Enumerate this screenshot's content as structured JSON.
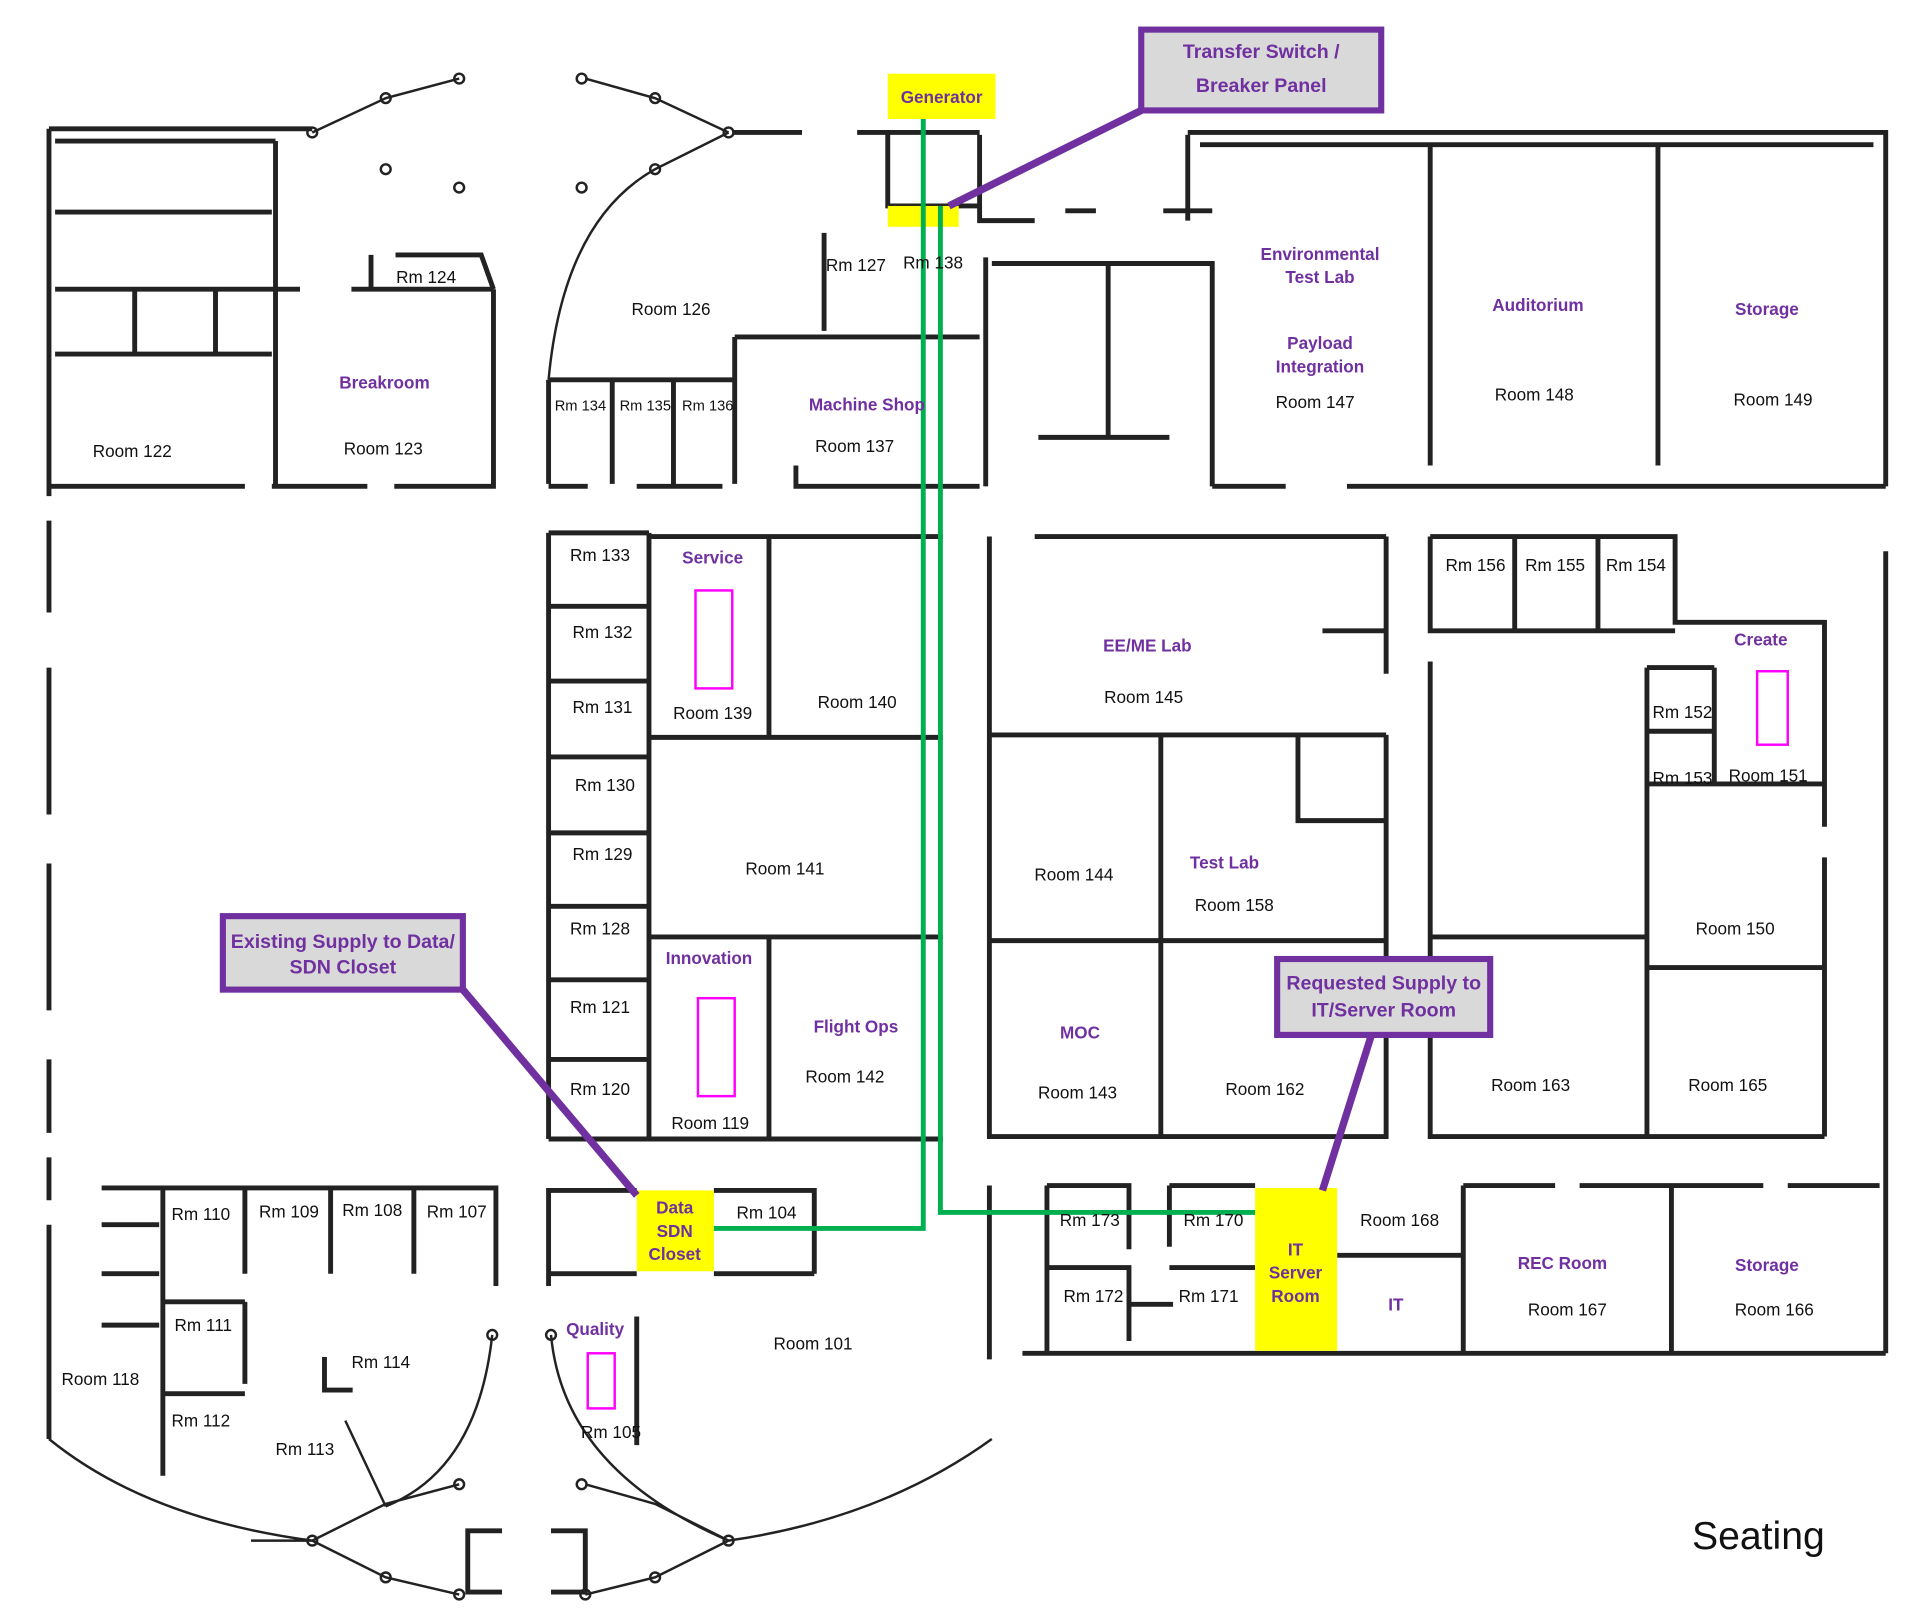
{
  "title": "Seating",
  "colors": {
    "highlight": "#ffff00",
    "callout_border": "#7030a0",
    "callout_fill": "#d9d9d9",
    "power_line": "#00b050",
    "label": "#7030a0",
    "furniture": "#ff00ff"
  },
  "callouts": {
    "transfer": [
      "Transfer Switch /",
      "Breaker Panel"
    ],
    "existing": [
      "Existing Supply to Data/",
      "SDN Closet"
    ],
    "requested": [
      "Requested Supply to",
      "IT/Server Room"
    ]
  },
  "highlights": {
    "generator": "Generator",
    "data_closet": [
      "Data",
      "SDN",
      "Closet"
    ],
    "it_server": [
      "IT",
      "Server",
      "Room"
    ]
  },
  "rooms": [
    "Room 122",
    "Room 123",
    "Rm 124",
    "Room 126",
    "Rm 127",
    "Rm 138",
    "Rm 134",
    "Rm 135",
    "Rm 136",
    "Room 137",
    "Room 147",
    "Room 148",
    "Room 149",
    "Rm 133",
    "Rm 132",
    "Rm 131",
    "Rm 130",
    "Rm 129",
    "Rm 128",
    "Rm 121",
    "Rm 120",
    "Room 139",
    "Room 140",
    "Room 141",
    "Room 119",
    "Room 142",
    "Room 145",
    "Room 144",
    "Room 158",
    "Room 143",
    "Room 162",
    "Rm 156",
    "Rm 155",
    "Rm 154",
    "Rm 152",
    "Rm 153",
    "Room 151",
    "Room 150",
    "Room 163",
    "Room 165",
    "Rm 110",
    "Rm 109",
    "Rm 108",
    "Rm 107",
    "Rm 111",
    "Room 118",
    "Rm 114",
    "Rm 112",
    "Rm 113",
    "Rm 104",
    "Room 101",
    "Rm 105",
    "Rm 173",
    "Rm 170",
    "Rm 172",
    "Rm 171",
    "Room 168",
    "Room 167",
    "Room 166"
  ],
  "spaces": [
    "Breakroom",
    "Machine Shop",
    "Environmental",
    "Test Lab",
    "Payload",
    "Integration",
    "Auditorium",
    "Storage",
    "Service",
    "EE/ME Lab",
    "Create",
    "Test Lab",
    "Innovation",
    "Flight Ops",
    "MOC",
    "Quality",
    "REC Room",
    "IT",
    "Storage"
  ]
}
